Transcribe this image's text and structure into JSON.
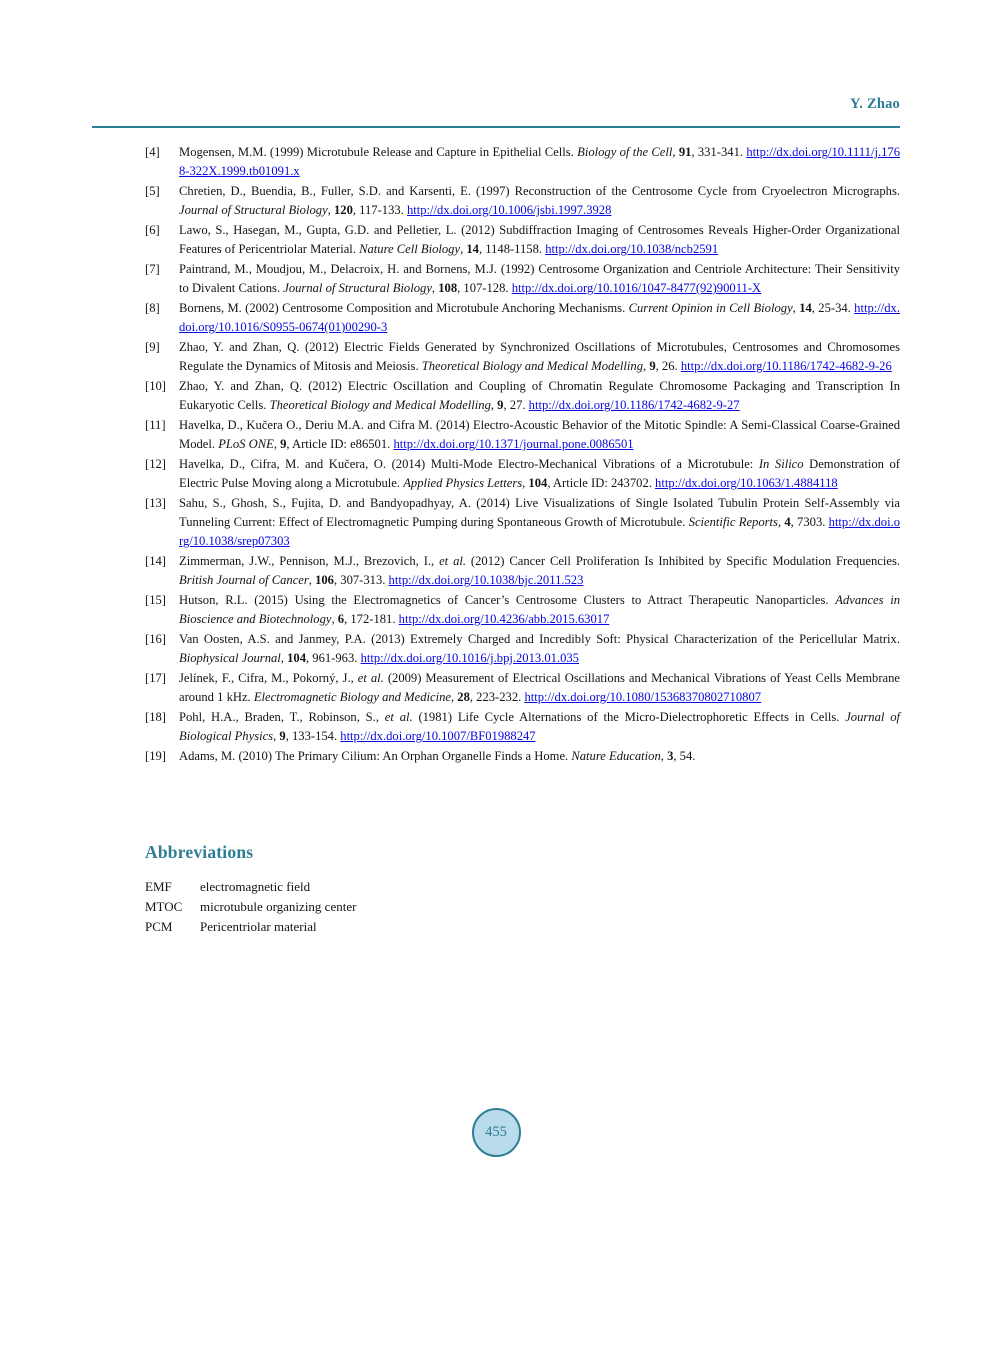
{
  "colors": {
    "accent": "#2e7d95",
    "link": "#0a0ae0",
    "ink": "#141414",
    "circle-fill": "#b9dcea"
  },
  "header": {
    "running_author": "Y. Zhao"
  },
  "footer": {
    "page_number": "455"
  },
  "abbreviations": {
    "title": "Abbreviations",
    "items": [
      {
        "abbr": "EMF",
        "definition": "electromagnetic field"
      },
      {
        "abbr": "MTOC",
        "definition": "microtubule organizing center"
      },
      {
        "abbr": "PCM",
        "definition": "Pericentriolar material"
      }
    ]
  },
  "references": {
    "items": [
      {
        "number": "[4]",
        "segments": [
          {
            "style": "plain",
            "text": "Mogensen, M.M. (1999) Microtubule Release and Capture in Epithelial Cells. "
          },
          {
            "style": "italic",
            "text": "Biology of the Cell"
          },
          {
            "style": "plain",
            "text": ", "
          },
          {
            "style": "bold",
            "text": "91"
          },
          {
            "style": "plain",
            "text": ", 331-341. "
          },
          {
            "style": "link",
            "text": "http://dx.doi.org/10.1111/j.1768-322X.1999.tb01091.x"
          }
        ]
      },
      {
        "number": "[5]",
        "segments": [
          {
            "style": "plain",
            "text": "Chretien, D., Buendia, B., Fuller, S.D. and Karsenti, E. (1997) Reconstruction of the Centrosome Cycle from Cryoelectron Micrographs. "
          },
          {
            "style": "italic",
            "text": "Journal of Structural Biology"
          },
          {
            "style": "plain",
            "text": ", "
          },
          {
            "style": "bold",
            "text": "120"
          },
          {
            "style": "plain",
            "text": ", 117-133. "
          },
          {
            "style": "link",
            "text": "http://dx.doi.org/10.1006/jsbi.1997.3928"
          }
        ]
      },
      {
        "number": "[6]",
        "segments": [
          {
            "style": "plain",
            "text": "Lawo, S., Hasegan, M., Gupta, G.D. and Pelletier, L. (2012) Subdiffraction Imaging of Centrosomes Reveals Higher-Order Organizational Features of Pericentriolar Material. "
          },
          {
            "style": "italic",
            "text": "Nature Cell Biology"
          },
          {
            "style": "plain",
            "text": ", "
          },
          {
            "style": "bold",
            "text": "14"
          },
          {
            "style": "plain",
            "text": ", 1148-1158. "
          },
          {
            "style": "link",
            "text": "http://dx.doi.org/10.1038/ncb2591"
          }
        ]
      },
      {
        "number": "[7]",
        "segments": [
          {
            "style": "plain",
            "text": "Paintrand, M., Moudjou, M., Delacroix, H. and Bornens, M.J. (1992) Centrosome Organization and Centriole Architecture: Their Sensitivity to Divalent Cations. "
          },
          {
            "style": "italic",
            "text": "Journal of Structural Biology"
          },
          {
            "style": "plain",
            "text": ", "
          },
          {
            "style": "bold",
            "text": "108"
          },
          {
            "style": "plain",
            "text": ", 107-128. "
          },
          {
            "style": "link",
            "text": "http://dx.doi.org/10.1016/1047-8477(92)90011-X"
          }
        ]
      },
      {
        "number": "[8]",
        "segments": [
          {
            "style": "plain",
            "text": "Bornens, M. (2002) Centrosome Composition and Microtubule Anchoring Mechanisms. "
          },
          {
            "style": "italic",
            "text": "Current Opinion in Cell Biology"
          },
          {
            "style": "plain",
            "text": ", "
          },
          {
            "style": "bold",
            "text": "14"
          },
          {
            "style": "plain",
            "text": ", 25-34. "
          },
          {
            "style": "link",
            "text": "http://dx.doi.org/10.1016/S0955-0674(01)00290-3"
          }
        ]
      },
      {
        "number": "[9]",
        "segments": [
          {
            "style": "plain",
            "text": "Zhao, Y. and Zhan, Q. (2012) Electric Fields Generated by Synchronized Oscillations of Microtubules, Centrosomes and Chromosomes Regulate the Dynamics of Mitosis and Meiosis. "
          },
          {
            "style": "italic",
            "text": "Theoretical Biology and Medical Modelling"
          },
          {
            "style": "plain",
            "text": ", "
          },
          {
            "style": "bold",
            "text": "9"
          },
          {
            "style": "plain",
            "text": ", 26. "
          },
          {
            "style": "link",
            "text": "http://dx.doi.org/10.1186/1742-4682-9-26"
          }
        ]
      },
      {
        "number": "[10]",
        "segments": [
          {
            "style": "plain",
            "text": "Zhao, Y. and Zhan, Q. (2012) Electric Oscillation and Coupling of Chromatin Regulate Chromosome Packaging and Transcription In Eukaryotic Cells. "
          },
          {
            "style": "italic",
            "text": "Theoretical Biology and Medical Modelling"
          },
          {
            "style": "plain",
            "text": ", "
          },
          {
            "style": "bold",
            "text": "9"
          },
          {
            "style": "plain",
            "text": ", 27. "
          },
          {
            "style": "link",
            "text": "http://dx.doi.org/10.1186/1742-4682-9-27"
          }
        ]
      },
      {
        "number": "[11]",
        "segments": [
          {
            "style": "plain",
            "text": "Havelka, D., Kučera O., Deriu M.A. and Cifra M. (2014) Electro-Acoustic Behavior of the Mitotic Spindle: A Semi-Classical Coarse-Grained Model. "
          },
          {
            "style": "italic",
            "text": "PLoS ONE"
          },
          {
            "style": "plain",
            "text": ", "
          },
          {
            "style": "bold",
            "text": "9"
          },
          {
            "style": "plain",
            "text": ", Article ID: e86501. "
          },
          {
            "style": "link",
            "text": "http://dx.doi.org/10.1371/journal.pone.0086501"
          }
        ]
      },
      {
        "number": "[12]",
        "segments": [
          {
            "style": "plain",
            "text": "Havelka, D., Cifra, M. and Kučera, O. (2014) Multi-Mode Electro-Mechanical Vibrations of a Microtubule: "
          },
          {
            "style": "italic",
            "text": "In Silico"
          },
          {
            "style": "plain",
            "text": " Demonstration of Electric Pulse Moving along a Microtubule. "
          },
          {
            "style": "italic",
            "text": "Applied Physics Letters"
          },
          {
            "style": "plain",
            "text": ", "
          },
          {
            "style": "bold",
            "text": "104"
          },
          {
            "style": "plain",
            "text": ", Article ID: 243702. "
          },
          {
            "style": "link",
            "text": "http://dx.doi.org/10.1063/1.4884118"
          }
        ]
      },
      {
        "number": "[13]",
        "segments": [
          {
            "style": "plain",
            "text": "Sahu, S., Ghosh, S., Fujita, D. and Bandyopadhyay, A. (2014) Live Visualizations of Single Isolated Tubulin Protein Self-Assembly via Tunneling Current: Effect of Electromagnetic Pumping during Spontaneous Growth of Microtubule. "
          },
          {
            "style": "italic",
            "text": "Scientific Reports"
          },
          {
            "style": "plain",
            "text": ", "
          },
          {
            "style": "bold",
            "text": "4"
          },
          {
            "style": "plain",
            "text": ", 7303. "
          },
          {
            "style": "link",
            "text": "http://dx.doi.org/10.1038/srep07303"
          }
        ]
      },
      {
        "number": "[14]",
        "segments": [
          {
            "style": "plain",
            "text": "Zimmerman, J.W., Pennison, M.J., Brezovich, I., "
          },
          {
            "style": "italic",
            "text": "et al."
          },
          {
            "style": "plain",
            "text": " (2012) Cancer Cell Proliferation Is Inhibited by Specific Modulation Frequencies. "
          },
          {
            "style": "italic",
            "text": "British Journal of Cancer"
          },
          {
            "style": "plain",
            "text": ", "
          },
          {
            "style": "bold",
            "text": "106"
          },
          {
            "style": "plain",
            "text": ", 307-313. "
          },
          {
            "style": "link",
            "text": "http://dx.doi.org/10.1038/bjc.2011.523"
          }
        ]
      },
      {
        "number": "[15]",
        "segments": [
          {
            "style": "plain",
            "text": "Hutson, R.L. (2015) Using the Electromagnetics of Cancer’s Centrosome Clusters to Attract Therapeutic Nanoparticles. "
          },
          {
            "style": "italic",
            "text": "Advances in Bioscience and Biotechnology"
          },
          {
            "style": "plain",
            "text": ", "
          },
          {
            "style": "bold",
            "text": "6"
          },
          {
            "style": "plain",
            "text": ", 172-181. "
          },
          {
            "style": "link",
            "text": "http://dx.doi.org/10.4236/abb.2015.63017"
          }
        ]
      },
      {
        "number": "[16]",
        "segments": [
          {
            "style": "plain",
            "text": "Van Oosten, A.S. and Janmey, P.A. (2013) Extremely Charged and Incredibly Soft: Physical Characterization of the Pericellular Matrix. "
          },
          {
            "style": "italic",
            "text": "Biophysical Journal"
          },
          {
            "style": "plain",
            "text": ", "
          },
          {
            "style": "bold",
            "text": "104"
          },
          {
            "style": "plain",
            "text": ", 961-963. "
          },
          {
            "style": "link",
            "text": "http://dx.doi.org/10.1016/j.bpj.2013.01.035"
          }
        ]
      },
      {
        "number": "[17]",
        "segments": [
          {
            "style": "plain",
            "text": "Jelínek, F., Cifra, M., Pokorný, J., "
          },
          {
            "style": "italic",
            "text": "et al."
          },
          {
            "style": "plain",
            "text": " (2009) Measurement of Electrical Oscillations and Mechanical Vibrations of Yeast Cells Membrane around 1 kHz. "
          },
          {
            "style": "italic",
            "text": "Electromagnetic Biology and Medicine"
          },
          {
            "style": "plain",
            "text": ", "
          },
          {
            "style": "bold",
            "text": "28"
          },
          {
            "style": "plain",
            "text": ", 223-232. "
          },
          {
            "style": "link",
            "text": "http://dx.doi.org/10.1080/15368370802710807"
          }
        ]
      },
      {
        "number": "[18]",
        "segments": [
          {
            "style": "plain",
            "text": "Pohl, H.A., Braden, T., Robinson, S., "
          },
          {
            "style": "italic",
            "text": "et al."
          },
          {
            "style": "plain",
            "text": " (1981) Life Cycle Alternations of the Micro-Dielectrophoretic Effects in Cells. "
          },
          {
            "style": "italic",
            "text": "Journal of Biological Physics"
          },
          {
            "style": "plain",
            "text": ", "
          },
          {
            "style": "bold",
            "text": "9"
          },
          {
            "style": "plain",
            "text": ", 133-154. "
          },
          {
            "style": "link",
            "text": "http://dx.doi.org/10.1007/BF01988247"
          }
        ]
      },
      {
        "number": "[19]",
        "segments": [
          {
            "style": "plain",
            "text": "Adams, M. (2010) The Primary Cilium: An Orphan Organelle Finds a Home. "
          },
          {
            "style": "italic",
            "text": "Nature Education"
          },
          {
            "style": "plain",
            "text": ", "
          },
          {
            "style": "bold",
            "text": "3"
          },
          {
            "style": "plain",
            "text": ", 54."
          }
        ]
      }
    ]
  }
}
